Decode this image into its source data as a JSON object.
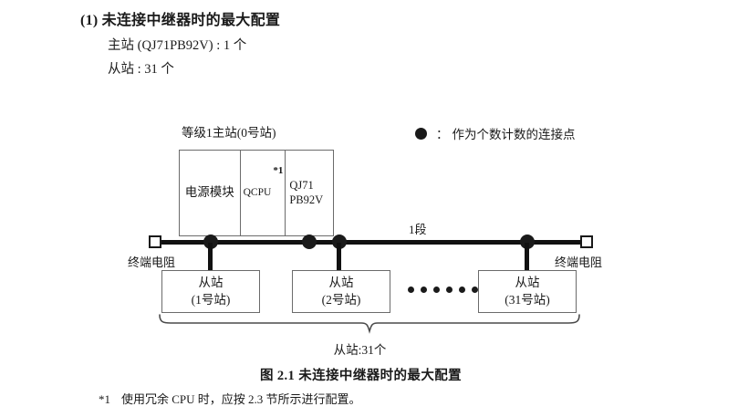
{
  "heading": {
    "number": "(1)",
    "title": "未连接中继器时的最大配置",
    "spec_lines": [
      "主站 (QJ71PB92V) : 1 个",
      "从站 : 31 个"
    ]
  },
  "legend": {
    "symbol": "filled-circle-icon",
    "colon": "：",
    "text": "作为个数计数的连接点"
  },
  "diagram": {
    "rack_label": "等级1主站(0号站)",
    "rack_cells": [
      {
        "name": "power-module",
        "label": "电源模块"
      },
      {
        "name": "cpu-module",
        "label": "QCPU",
        "footnote_mark": "*1"
      },
      {
        "name": "network-module",
        "line1": "QJ71",
        "line2": "PB92V"
      }
    ],
    "segment_label": "1段",
    "terminator_left": "终端电阻",
    "terminator_right": "终端电阻",
    "slaves": [
      {
        "title": "从站",
        "station": "(1号站)"
      },
      {
        "title": "从站",
        "station": "(2号站)"
      },
      {
        "title": "从站",
        "station": "(31号站)"
      }
    ],
    "ellipsis_dot_count": 6,
    "brace_caption": "从站:31个"
  },
  "figure_caption": "图 2.1  未连接中继器时的最大配置",
  "footnote": {
    "mark": "*1",
    "text": "使用冗余 CPU 时，应按 2.3 节所示进行配置。"
  },
  "colors": {
    "ink": "#1a1a1a",
    "box_stroke": "#6b6b6b",
    "bus": "#111111",
    "page_bg": "#ffffff"
  }
}
